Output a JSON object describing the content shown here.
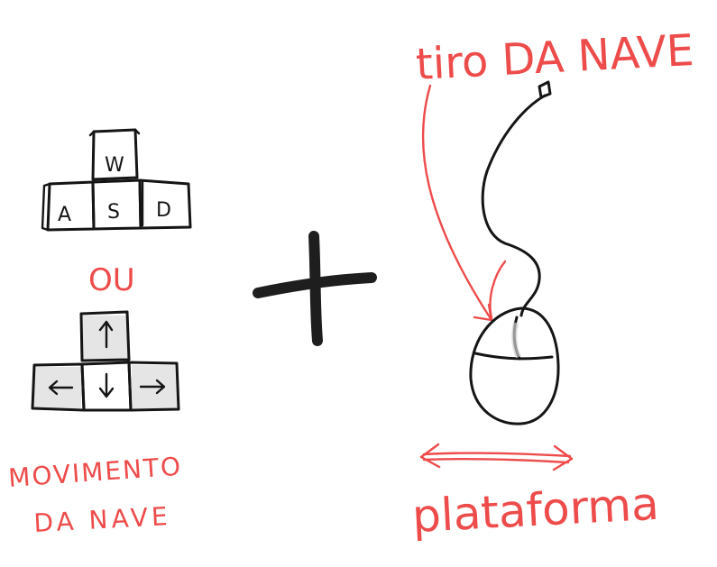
{
  "colors": {
    "ink": "#151515",
    "annotation": "#ee4b4b",
    "key_shade": "#cfcfcf"
  },
  "keys_wasd": {
    "w": "W",
    "a": "A",
    "s": "S",
    "d": "D"
  },
  "or_label": "OU",
  "arrow_keys": {
    "up": "arrow-up-icon",
    "left": "arrow-left-icon",
    "down": "arrow-down-icon",
    "right": "arrow-right-icon"
  },
  "movement_label": {
    "line1": "MOVIMENTO",
    "line2": "DA NAVE"
  },
  "plus_sign": "plus-icon",
  "shot_label": "tiro DA NAVE",
  "mouse_icon": "mouse-icon",
  "platform_label": "plataforma"
}
